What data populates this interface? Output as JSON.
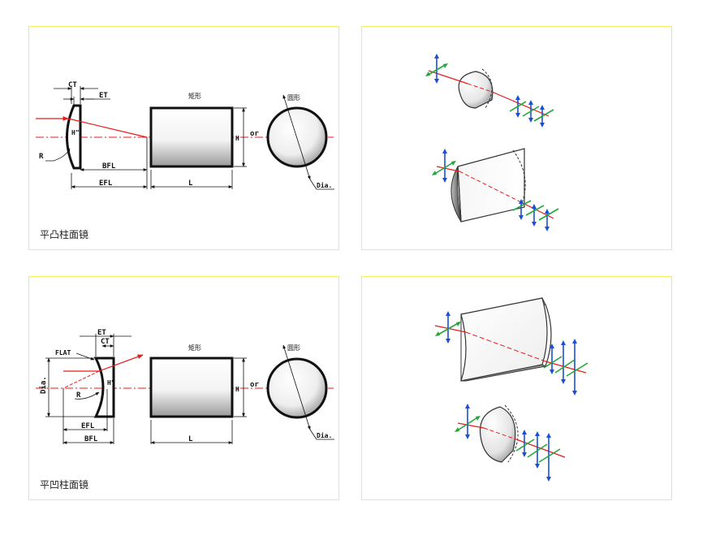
{
  "panels": {
    "convex": {
      "caption": "平凸柱面镜",
      "labels": {
        "ct": "CT",
        "et": "ET",
        "h": "H\"",
        "r": "R",
        "bfl": "BFL",
        "efl": "EFL",
        "rect": "矩形",
        "circle": "圆形",
        "l": "L",
        "hh": "H",
        "or": "or",
        "dia": "Dia."
      }
    },
    "concave": {
      "caption": "平凹柱面镜",
      "labels": {
        "et": "ET",
        "ct": "CT",
        "flat": "FLAT",
        "dia_left": "Dia.",
        "h": "H\"",
        "r": "R",
        "efl": "EFL",
        "bfl": "BFL",
        "rect": "矩形",
        "circle": "圆形",
        "l": "L",
        "hh": "H",
        "or": "or",
        "dia": "Dia."
      }
    }
  },
  "colors": {
    "border": "#f2ee63",
    "ray": "#e81c1c",
    "arrow_blue": "#1a4fd6",
    "arrow_green": "#21a83a"
  }
}
